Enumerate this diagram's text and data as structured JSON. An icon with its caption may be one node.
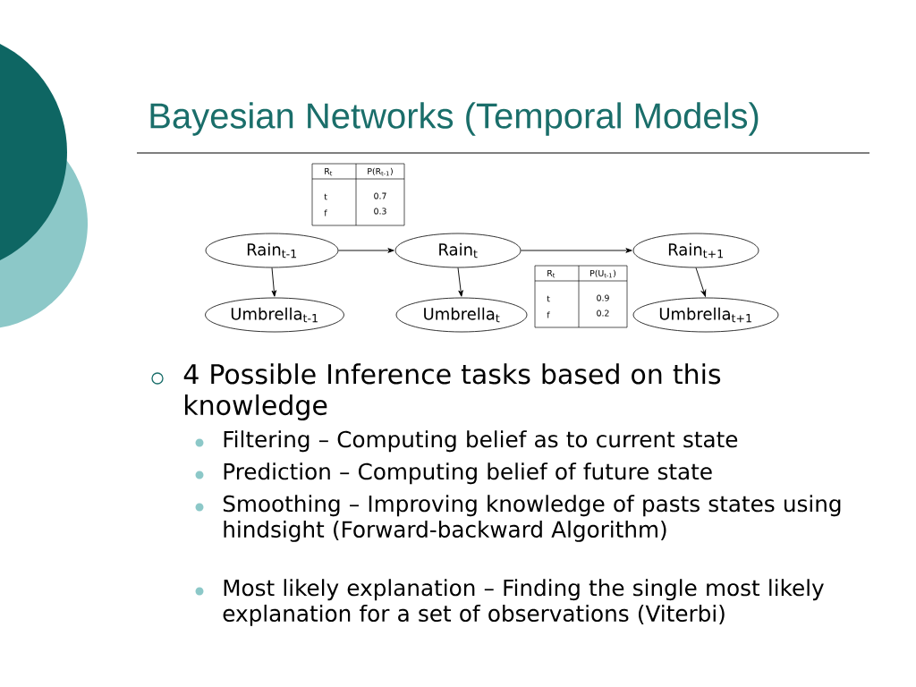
{
  "diagram": {
    "title": "Bayesian Networks (Temporal Models)",
    "nodes": [
      {
        "text": [
          "Rain$_{t-1}$"
        ]
      },
      {
        "text": [
          "Rain$_{t}$"
        ]
      },
      {
        "text": [
          "Rain$_{t+1}$"
        ]
      },
      {
        "text": [
          "Umbrella$_{t-1}$"
        ]
      },
      {
        "text": [
          "Umbrella$_{t}$"
        ]
      },
      {
        "text": [
          "Umbrella$_{t+1}$"
        ]
      }
    ],
    "edges": [
      {
        "from": 0,
        "to": 1,
        "arrow": "to"
      },
      {
        "from": 1,
        "to": 2,
        "arrow": "to"
      },
      {
        "from": 0,
        "to": 3,
        "arrow": "to"
      },
      {
        "from": 1,
        "to": 4,
        "arrow": "to"
      },
      {
        "from": 2,
        "to": 5,
        "arrow": "to"
      }
    ],
    "labels": [
      "R$_{t}$",
      "P(R$_{t-1}$)",
      "t",
      "0.7",
      "f",
      "0.3",
      "R$_{t}$",
      "P(U$_{t-1}$)",
      "t",
      "0.9",
      "f",
      "0.2",
      "4 Possible Inference tasks based on this knowledge",
      "Filtering – Computing belief as to current state",
      "Prediction – Computing belief of future state",
      "Smoothing – Improving knowledge of pasts states using hindsight  (Forward-backward Algorithm)",
      "Most likely explanation – Finding the single most likely explanation for a set of observations (Viterbi)"
    ]
  }
}
